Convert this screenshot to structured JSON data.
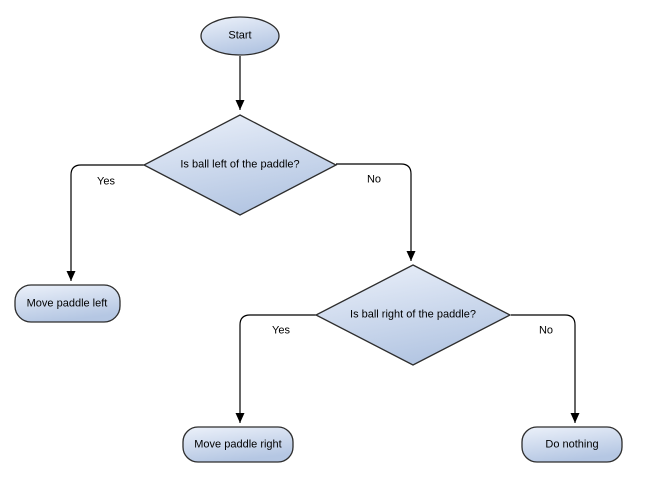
{
  "diagram": {
    "background_color": "#ffffff",
    "node_fill_light": "#eaf0f9",
    "node_fill_dark": "#b5c7e3",
    "node_border_color": "#2d2d2d",
    "edge_color": "#000000",
    "text_color": "#000000",
    "nodes": [
      {
        "id": "start",
        "type": "terminator",
        "label": "Start"
      },
      {
        "id": "decision-ball-left",
        "type": "decision",
        "label": "Is ball left of the paddle?"
      },
      {
        "id": "move-paddle-left",
        "type": "process",
        "label": "Move paddle left"
      },
      {
        "id": "decision-ball-right",
        "type": "decision",
        "label": "Is ball right of the paddle?"
      },
      {
        "id": "move-paddle-right",
        "type": "process",
        "label": "Move paddle right"
      },
      {
        "id": "do-nothing",
        "type": "process",
        "label": "Do nothing"
      }
    ],
    "edges": [
      {
        "from": "start",
        "to": "decision-ball-left",
        "label": ""
      },
      {
        "from": "decision-ball-left",
        "to": "move-paddle-left",
        "label": "Yes"
      },
      {
        "from": "decision-ball-left",
        "to": "decision-ball-right",
        "label": "No"
      },
      {
        "from": "decision-ball-right",
        "to": "move-paddle-right",
        "label": "Yes"
      },
      {
        "from": "decision-ball-right",
        "to": "do-nothing",
        "label": "No"
      }
    ]
  }
}
